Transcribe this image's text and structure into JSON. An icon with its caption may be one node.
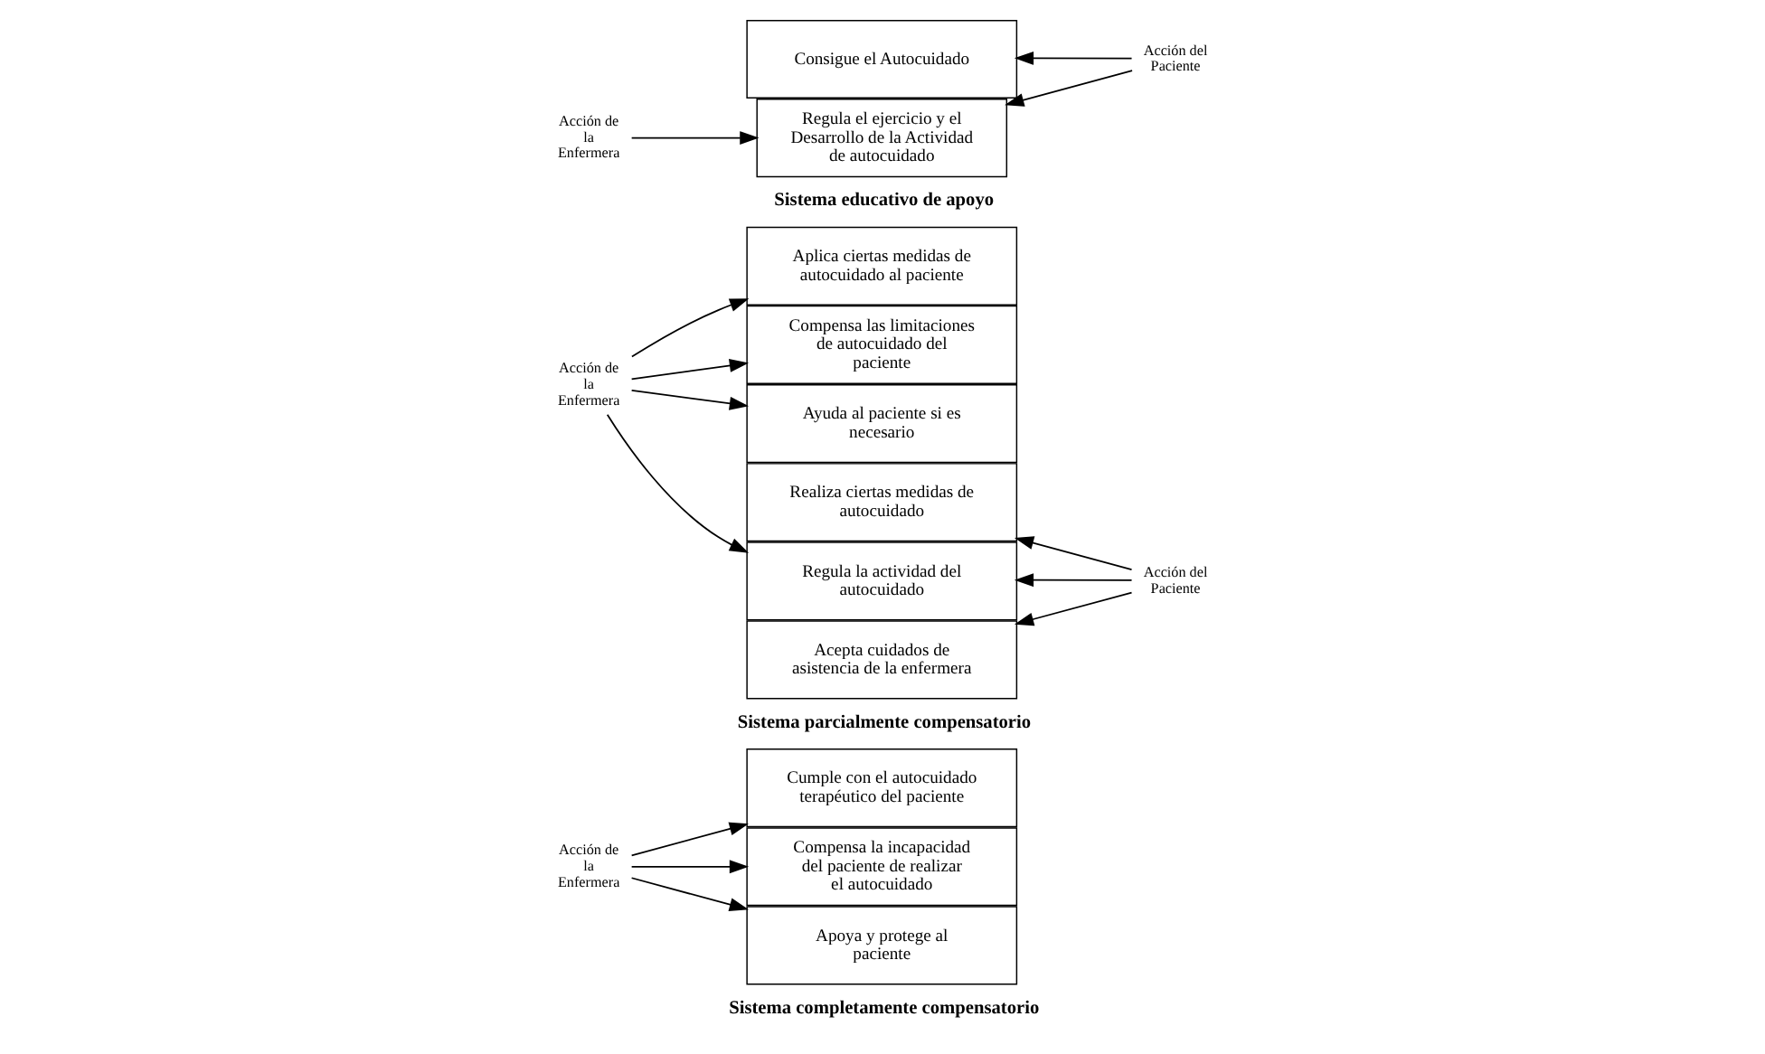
{
  "diagram": {
    "nodes": [
      {
        "text": [
          "Acción de la Enfermera"
        ]
      },
      {
        "text": [
          "Cumple con el autocuidado terapéutico del paciente"
        ]
      },
      {
        "text": [
          "Compensa la incapacidad del paciente de realizar el autocuidado"
        ]
      },
      {
        "text": [
          "Apoya y protege al paciente"
        ]
      },
      {
        "text": [
          "Acción de la Enfermera"
        ]
      },
      {
        "text": [
          "Aplica ciertas medidas de autocuidado al paciente"
        ]
      },
      {
        "text": [
          "Compensa las limitaciones de autocuidado del paciente"
        ]
      },
      {
        "text": [
          "Ayuda al paciente si es necesario"
        ]
      },
      {
        "text": [
          "Realiza ciertas medidas de autocuidado"
        ]
      },
      {
        "text": [
          "Regula la actividad del autocuidado"
        ]
      },
      {
        "text": [
          "Acepta cuidados de asistencia de la enfermera"
        ]
      },
      {
        "text": [
          "Acción del Paciente"
        ]
      },
      {
        "text": [
          "Consigue el Autocuidado"
        ]
      },
      {
        "text": [
          "Acción de la Enfermera"
        ]
      },
      {
        "text": [
          "Regula el ejercicio y el Desarrollo de la Actividad de autocuidado"
        ]
      },
      {
        "text": [
          "Acción del Paciente"
        ]
      }
    ],
    "edges": [
      {
        "from": 0,
        "to": 1,
        "arrow": "to"
      },
      {
        "from": 0,
        "to": 2,
        "arrow": "to"
      },
      {
        "from": 0,
        "to": 3,
        "arrow": "to"
      },
      {
        "from": 4,
        "to": 5,
        "arrow": "to"
      },
      {
        "from": 4,
        "to": 6,
        "arrow": "to"
      },
      {
        "from": 4,
        "to": 7,
        "arrow": "to"
      },
      {
        "from": 4,
        "to": 9,
        "arrow": "to"
      },
      {
        "from": 11,
        "to": 8,
        "arrow": "to"
      },
      {
        "from": 11,
        "to": 9,
        "arrow": "to"
      },
      {
        "from": 11,
        "to": 10,
        "arrow": "to"
      },
      {
        "from": 15,
        "to": 12,
        "arrow": "to"
      },
      {
        "from": 13,
        "to": 14,
        "arrow": "to"
      },
      {
        "from": 15,
        "to": 14,
        "arrow": "to"
      }
    ],
    "labels": [
      "Sistema completamente compensatorio",
      "Sistema parcialmente compensatorio",
      "Sistema educativo de apoyo"
    ]
  }
}
